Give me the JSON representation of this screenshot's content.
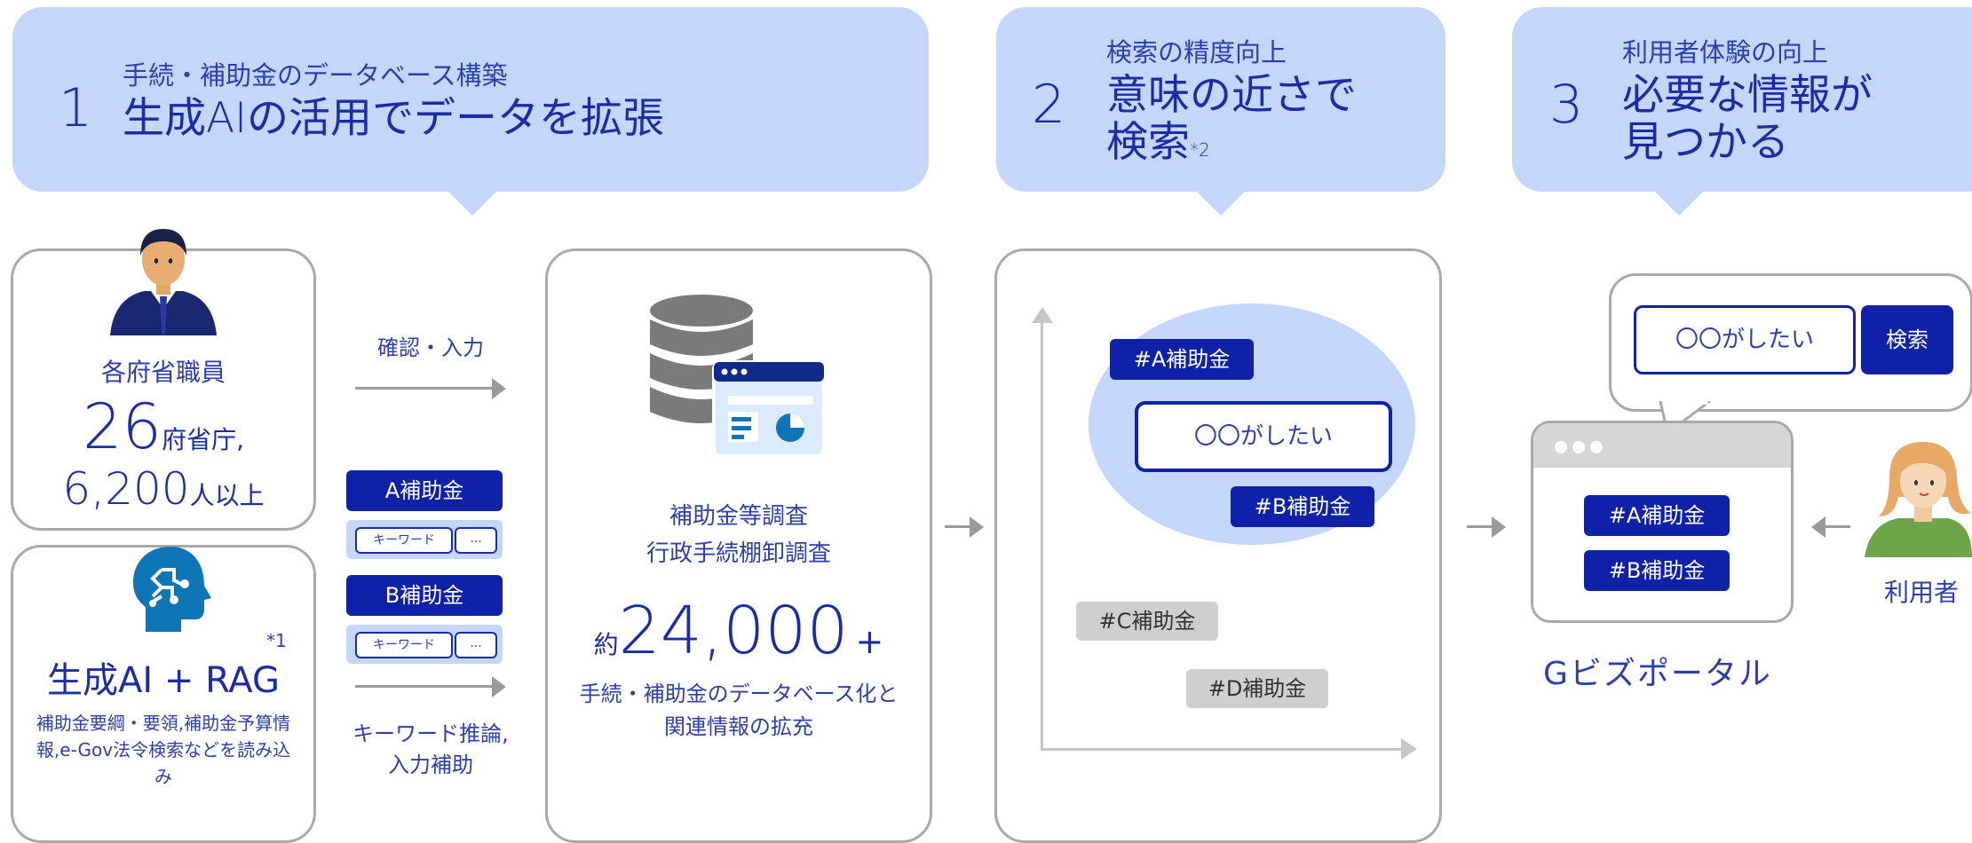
{
  "step1": {
    "number": "1",
    "subtitle": "手続・補助金のデータベース構築",
    "headline": "生成AIの活用でデータを拡張"
  },
  "step2": {
    "number": "2",
    "subtitle": "検索の精度向上",
    "headline_line1": "意味の近さで",
    "headline_line2": "検索",
    "footnote": "*2"
  },
  "step3": {
    "number": "3",
    "subtitle": "利用者体験の向上",
    "headline_line1": "必要な情報が",
    "headline_line2": "見つかる"
  },
  "staff": {
    "label": "各府省職員",
    "ministries_number": "26",
    "ministries_unit": "府省庁,",
    "people_number": "6,200",
    "people_unit": "人以上"
  },
  "ai": {
    "label": "生成AI + RAG",
    "footnote": "*1",
    "description": "補助金要綱・要領,補助金予算情報,e-Gov法令検索などを読み込み"
  },
  "flow": {
    "confirm_label": "確認・入力",
    "tag_a": "A補助金",
    "tag_b": "B補助金",
    "keyword": "キーワード",
    "ellipsis": "...",
    "inference_line1": "キーワード推論,",
    "inference_line2": "入力補助"
  },
  "database": {
    "survey_line1": "補助金等調査",
    "survey_line2": "行政手続棚卸調査",
    "approx": "約",
    "count": "24,000",
    "plus": "+",
    "desc_line1": "手続・補助金のデータベース化と",
    "desc_line2": "関連情報の拡充"
  },
  "semantic": {
    "tag_a": "#A補助金",
    "query": "〇〇がしたい",
    "tag_b": "#B補助金",
    "tag_c": "#C補助金",
    "tag_d": "#D補助金"
  },
  "portal": {
    "search_text": "〇〇がしたい",
    "search_button": "検索",
    "tag_a": "#A補助金",
    "tag_b": "#B補助金",
    "name": "Gビズポータル",
    "user_label": "利用者"
  },
  "colors": {
    "bubble": "#c5d6fb",
    "navy": "#0f21a8",
    "text_blue": "#2d3fae",
    "gray_border": "#a9a9a9",
    "gray_tag": "#cfcfcf"
  }
}
